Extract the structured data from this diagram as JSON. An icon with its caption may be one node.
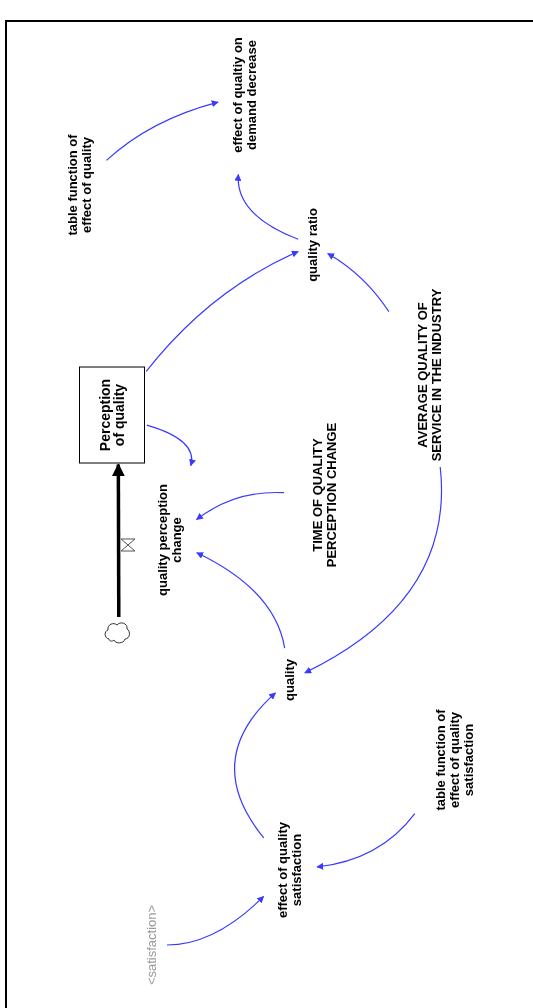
{
  "diagram": {
    "nodes": [
      {
        "text": [
          "table function of effect of quality"
        ]
      },
      {
        "text": [
          "effect of qualtiy on demand decrease"
        ]
      },
      {
        "text": [
          "quality ratio"
        ]
      },
      {
        "text": [
          "Perception of quality"
        ]
      },
      {
        "text": [
          "quality perception change"
        ]
      },
      {
        "text": [
          "TIME OF QUALITY PERCEPTION CHANGE"
        ]
      },
      {
        "text": [
          "AVERAGE QUALITY OF SERVICE IN THE INDUSTRY"
        ]
      },
      {
        "text": [
          "quality"
        ]
      },
      {
        "text": [
          "effect of quality satisfaction"
        ]
      },
      {
        "text": [
          "table function of effect of quality satisfaction"
        ]
      },
      {
        "text": [
          "<satisfaction>"
        ]
      },
      {
        "text": [],
        "shape": "cloud"
      }
    ],
    "edges": [
      {
        "from": 0,
        "to": 1,
        "arrow": "to"
      },
      {
        "from": 2,
        "to": 1,
        "arrow": "to"
      },
      {
        "from": 3,
        "to": 2,
        "arrow": "to"
      },
      {
        "from": 6,
        "to": 2,
        "arrow": "to"
      },
      {
        "from": 3,
        "to": 4,
        "arrow": "to"
      },
      {
        "from": 5,
        "to": 4,
        "arrow": "to"
      },
      {
        "from": 7,
        "to": 4,
        "arrow": "to"
      },
      {
        "from": 6,
        "to": 7,
        "arrow": "to"
      },
      {
        "from": 8,
        "to": 7,
        "arrow": "to"
      },
      {
        "from": 9,
        "to": 8,
        "arrow": "to"
      },
      {
        "from": 10,
        "to": 8,
        "arrow": "to"
      },
      {
        "from": 11,
        "to": 3,
        "arrow": "to",
        "style": "thick",
        "color": "#000000"
      }
    ]
  }
}
